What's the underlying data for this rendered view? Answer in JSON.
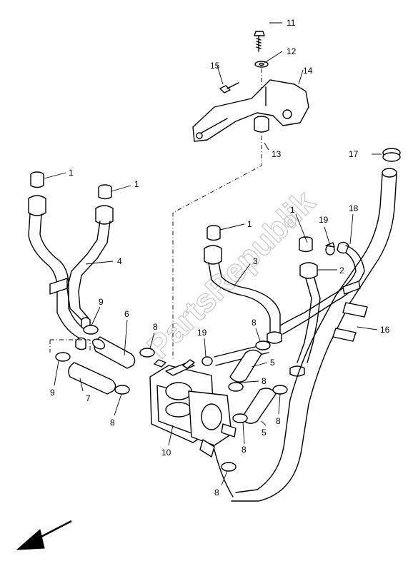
{
  "watermark": "PartsRepublik",
  "callouts": {
    "c1a": "1",
    "c1b": "1",
    "c1c": "1",
    "c1d": "1",
    "c2": "2",
    "c3": "3",
    "c4": "4",
    "c5a": "5",
    "c5b": "5",
    "c6": "6",
    "c7": "7",
    "c8a": "8",
    "c8b": "8",
    "c8c": "8",
    "c8d": "8",
    "c8e": "8",
    "c8f": "8",
    "c8g": "8",
    "c9a": "9",
    "c9b": "9",
    "c10": "10",
    "c11": "11",
    "c12": "12",
    "c13": "13",
    "c14": "14",
    "c15": "15",
    "c16": "16",
    "c17": "17",
    "c18": "18",
    "c19a": "19",
    "c19b": "19"
  },
  "icons": {
    "front_arrow": "arrow-down-left-icon",
    "gear": "gear-icon"
  }
}
